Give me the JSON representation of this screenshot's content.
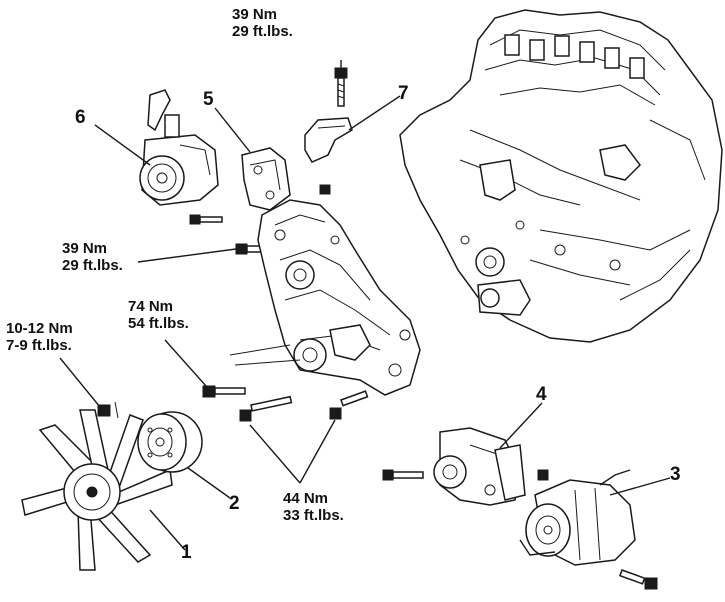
{
  "torque_specs": [
    {
      "id": "top",
      "nm": "39 Nm",
      "ft": "29 ft.lbs."
    },
    {
      "id": "mid",
      "nm": "39 Nm",
      "ft": "29 ft.lbs."
    },
    {
      "id": "bracket",
      "nm": "74 Nm",
      "ft": "54 ft.lbs."
    },
    {
      "id": "fan-nut",
      "nm": "10-12 Nm",
      "ft": "7-9 ft.lbs."
    },
    {
      "id": "lower",
      "nm": "44 Nm",
      "ft": "33 ft.lbs."
    }
  ],
  "part_numbers": [
    "1",
    "2",
    "3",
    "4",
    "5",
    "6",
    "7"
  ],
  "colors": {
    "ink": "#1a1a1a",
    "background": "#ffffff"
  }
}
